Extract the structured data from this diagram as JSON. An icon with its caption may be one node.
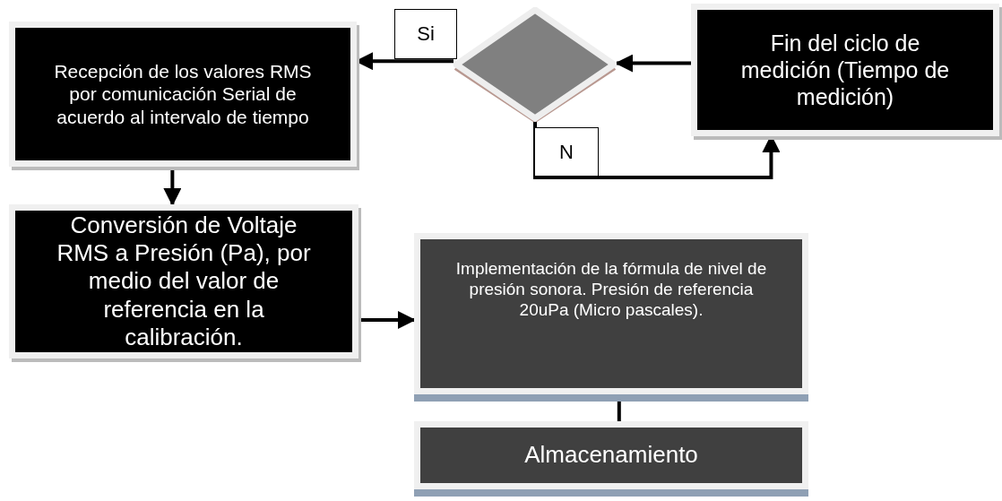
{
  "diagram": {
    "nodes": [
      {
        "text": [
          "Recepción de los valores RMS por comunicación Serial de acuerdo al intervalo de tiempo"
        ]
      },
      {
        "text": [],
        "shape": "diamond"
      },
      {
        "text": [
          "Fin del ciclo de medición (Tiempo de medición)"
        ]
      },
      {
        "text": [
          "Conversión de Voltaje RMS a Presión (Pa), por medio del valor de referencia en la calibración."
        ]
      },
      {
        "text": [
          "Implementación de la fórmula de nivel de presión sonora. Presión de referencia 20uPa (Micro pascales)."
        ]
      },
      {
        "text": [
          "Almacenamiento"
        ]
      }
    ],
    "edges": [
      {
        "from": 2,
        "to": 1,
        "arrow": "to"
      },
      {
        "from": 1,
        "to": 0,
        "arrow": "to",
        "label": "Si"
      },
      {
        "from": 1,
        "to": 2,
        "arrow": "to",
        "label": "N"
      },
      {
        "from": 0,
        "to": 3,
        "arrow": "to"
      },
      {
        "from": 3,
        "to": 4,
        "arrow": "to"
      },
      {
        "from": 4,
        "to": 5,
        "arrow": "none"
      }
    ]
  }
}
